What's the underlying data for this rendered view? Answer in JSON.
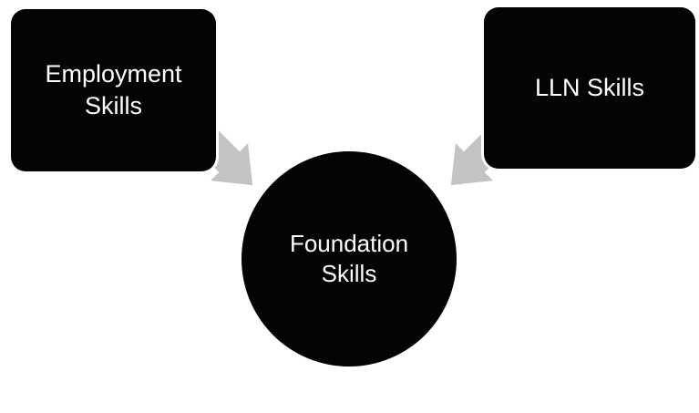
{
  "diagram": {
    "type": "converging-arrows-diagram",
    "nodes": {
      "employment": {
        "label": "Employment Skills",
        "shape": "rounded-rectangle"
      },
      "lln": {
        "label": "LLN Skills",
        "shape": "rounded-rectangle"
      },
      "foundation": {
        "label": "Foundation Skills",
        "shape": "circle"
      }
    },
    "connectors": [
      {
        "name": "employment-to-foundation-arrow",
        "direction": "down-right"
      },
      {
        "name": "lln-to-foundation-arrow",
        "direction": "down-left"
      }
    ],
    "colors": {
      "shape_fill": "#040404",
      "text": "#ffffff",
      "connector": "#c3c3c3",
      "background": "#ffffff"
    }
  }
}
